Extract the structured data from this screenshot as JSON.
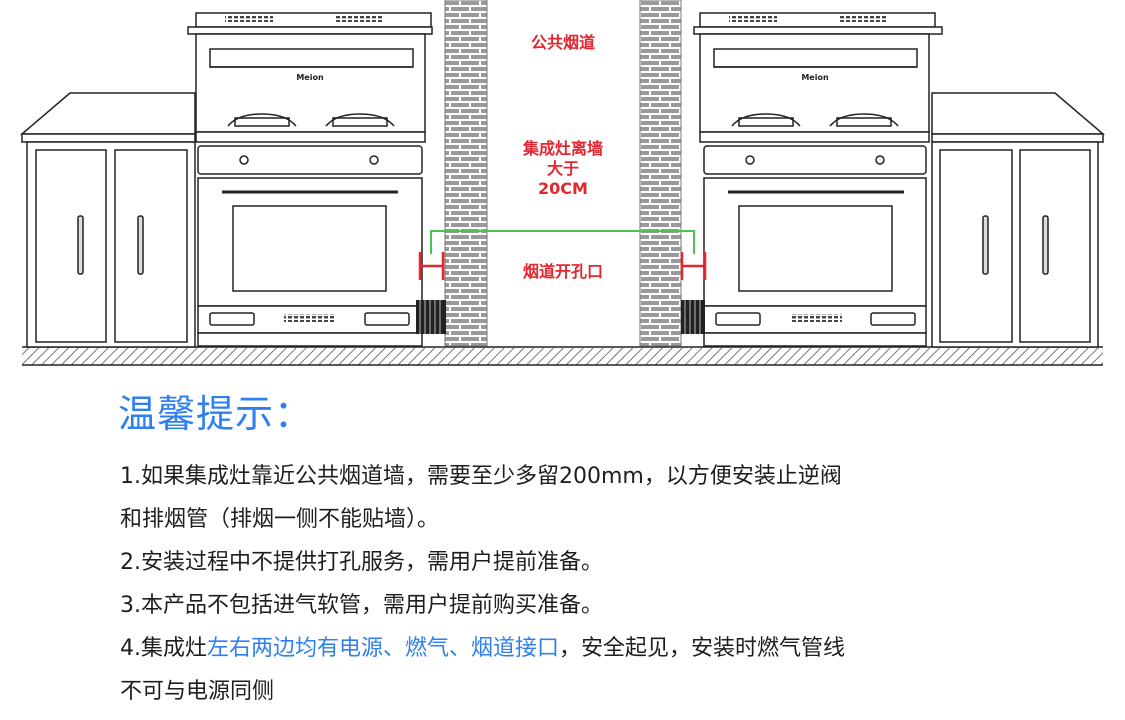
{
  "diagram": {
    "label_flue": "公共烟道",
    "label_distance_line1": "集成灶离墙",
    "label_distance_line2": "大于",
    "label_distance_line3": "20CM",
    "label_hole": "烟道开孔口",
    "brand_left": "Meion",
    "brand_right": "Meion",
    "colors": {
      "label_red": "#e4262f",
      "green_line": "#4cc34c",
      "wall_brick": "#9a9a9a",
      "outline": "#222222"
    }
  },
  "tips": {
    "title": "温馨提示：",
    "item1_line1": "1.如果集成灶靠近公共烟道墙，需要至少多留200mm，以方便安装止逆阀",
    "item1_line2": "和排烟管（排烟一侧不能贴墙）。",
    "item2": "2.安装过程中不提供打孔服务，需用户提前准备。",
    "item3": "3.本产品不包括进气软管，需用户提前购买准备。",
    "item4_prefix": "4.集成灶",
    "item4_highlight": "左右两边均有电源、燃气、烟道接口",
    "item4_suffix": "，安全起见，安装时燃气管线",
    "item4_line2": "不可与电源同侧",
    "highlight_color": "#2f7ff0"
  }
}
